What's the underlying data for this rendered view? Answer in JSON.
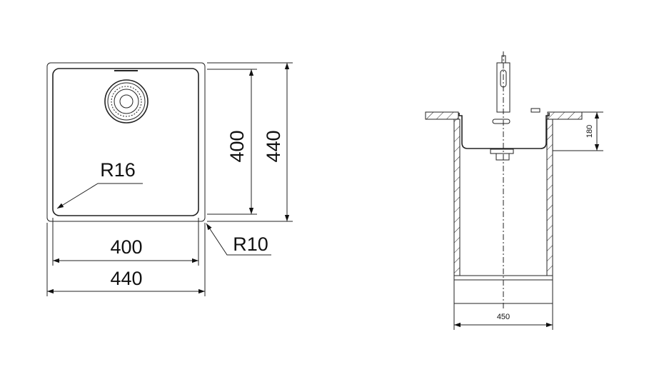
{
  "top_view": {
    "corner_radius_inner": "R16",
    "corner_radius_outer": "R10",
    "inner_width": "400",
    "outer_width": "440",
    "inner_depth": "400",
    "outer_depth": "440"
  },
  "side_view": {
    "bowl_depth": "180",
    "cabinet_width": "450"
  },
  "colors": {
    "line": "#222222",
    "background": "#ffffff"
  }
}
